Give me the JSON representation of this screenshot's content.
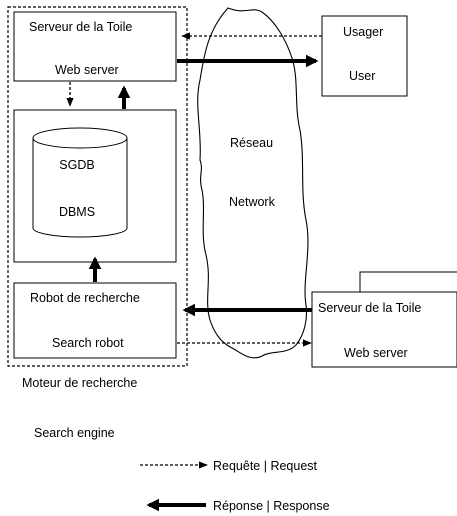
{
  "web_server_top": {
    "line1": "Serveur de la Toile",
    "line2": "Web server"
  },
  "database": {
    "line1": "SGDB",
    "line2": "DBMS"
  },
  "robot": {
    "line1": "Robot de recherche",
    "line2": "Search robot"
  },
  "engine_label": {
    "line1": "Moteur de recherche",
    "line2": "Search engine"
  },
  "user": {
    "line1": "Usager",
    "line2": "User"
  },
  "network": {
    "line1": "Réseau",
    "line2": "Network"
  },
  "web_server_right": {
    "line1": "Serveur de la Toile",
    "line2": "Web server"
  },
  "legend": {
    "request": "Requête | Request",
    "response": "Réponse | Response"
  },
  "colors": {
    "stroke": "#000000",
    "background": "#ffffff"
  }
}
